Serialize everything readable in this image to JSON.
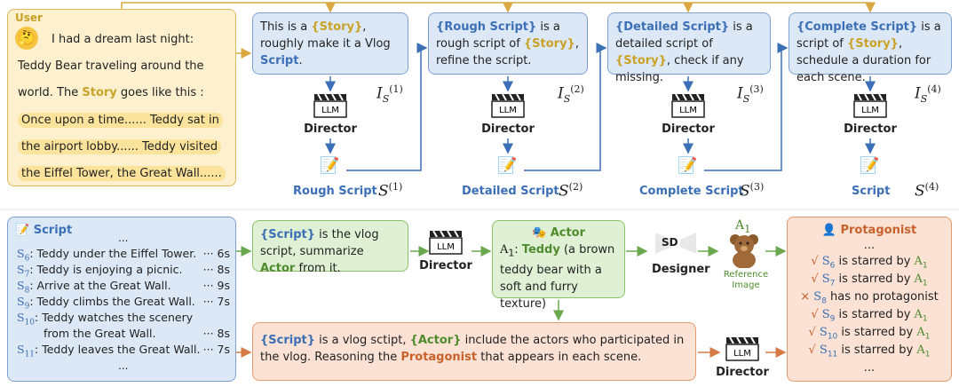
{
  "user": {
    "label": "User",
    "line1": "I had a dream last night:",
    "line2": "Teddy Bear traveling around the",
    "line3_pre": "world. The ",
    "line3_story": "Story",
    "line3_post": " goes like this :",
    "story1": "Once upon a time...... Teddy sat in",
    "story2": "the airport lobby...... Teddy visited",
    "story3": "the Eiffel Tower, the Great Wall......"
  },
  "prompts": [
    {
      "pre": "This is a ",
      "k1": "{Story}",
      "mid": ", roughly make it a Vlog ",
      "k2": "Script",
      "post": "."
    },
    {
      "k0": "{Rough Script}",
      "pre": " is a rough script of ",
      "k1": "{Story}",
      "post": ", refine the script."
    },
    {
      "k0": "{Detailed Script}",
      "pre": " is a detailed script of ",
      "k1": "{Story}",
      "post": ", check if any missing."
    },
    {
      "k0": "{Complete Script}",
      "pre": " is a script of ",
      "k1": "{Story}",
      "post": ", schedule a duration for each scene."
    }
  ],
  "instr_symbol": "I",
  "instr_sub": "S",
  "instr_sups": [
    "(1)",
    "(2)",
    "(3)",
    "(4)"
  ],
  "llm": "LLM",
  "director": "Director",
  "outputs": [
    "Rough Script",
    "Detailed Script",
    "Complete Script",
    "Script"
  ],
  "out_symbol": "S",
  "script_box": {
    "title": "Script",
    "ellipsis": "...",
    "rows": [
      {
        "id": "S",
        "sub": "6",
        "text": "Teddy under the Eiffel Tower.",
        "dur": "··· 6s"
      },
      {
        "id": "S",
        "sub": "7",
        "text": "Teddy is enjoying a picnic.",
        "dur": "··· 8s"
      },
      {
        "id": "S",
        "sub": "8",
        "text": "Arrive at the Great Wall.",
        "dur": "··· 9s"
      },
      {
        "id": "S",
        "sub": "9",
        "text": "Teddy climbs the Great Wall.",
        "dur": "··· 7s"
      },
      {
        "id": "S",
        "sub": "10",
        "text": "Teddy watches the scenery",
        "dur": ""
      },
      {
        "id": "",
        "sub": "",
        "text": "from the Great Wall.",
        "dur": "··· 8s"
      },
      {
        "id": "S",
        "sub": "11",
        "text": "Teddy leaves the Great Wall.",
        "dur": "··· 7s"
      }
    ]
  },
  "summ_box": {
    "k1": "{Script}",
    "pre": " is the vlog script, summarize ",
    "k2": "Actor",
    "post": " from it."
  },
  "actor_box": {
    "title": "Actor",
    "a_id": "A",
    "a_sub": "1",
    "pre": ": ",
    "name": "Teddy",
    "desc": " (a brown teddy bear with a soft and furry texture)"
  },
  "sd": "SD",
  "designer": "Designer",
  "ref": {
    "label_id": "A",
    "label_sub": "1",
    "caption1": "Reference",
    "caption2": "Image"
  },
  "prot_prompt": {
    "k1": "{Script}",
    "pre": " is a vlog sctipt, ",
    "k2": "{Actor}",
    "mid": " include the actors who participated in the vlog. Reasoning the ",
    "k3": "Protagonist",
    "post": " that appears in each scene."
  },
  "protagonist": {
    "title": "Protagonist",
    "ellipsis": "...",
    "rows": [
      {
        "mark": "√",
        "sid": "S",
        "sub": "6",
        "text": " is starred by ",
        "aid": "A",
        "asub": "1"
      },
      {
        "mark": "√",
        "sid": "S",
        "sub": "7",
        "text": " is starred by ",
        "aid": "A",
        "asub": "1"
      },
      {
        "mark": "×",
        "sid": "S",
        "sub": "8",
        "text": " has no protagonist",
        "aid": "",
        "asub": ""
      },
      {
        "mark": "√",
        "sid": "S",
        "sub": "9",
        "text": " is starred by ",
        "aid": "A",
        "asub": "1"
      },
      {
        "mark": "√",
        "sid": "S",
        "sub": "10",
        "text": " is starred by ",
        "aid": "A",
        "asub": "1"
      },
      {
        "mark": "√",
        "sid": "S",
        "sub": "11",
        "text": " is starred by ",
        "aid": "A",
        "asub": "1"
      }
    ]
  },
  "colors": {
    "yellow": "#c9a227",
    "blue": "#3b6fb6",
    "green": "#4f8c2d",
    "orange": "#c8612a"
  }
}
